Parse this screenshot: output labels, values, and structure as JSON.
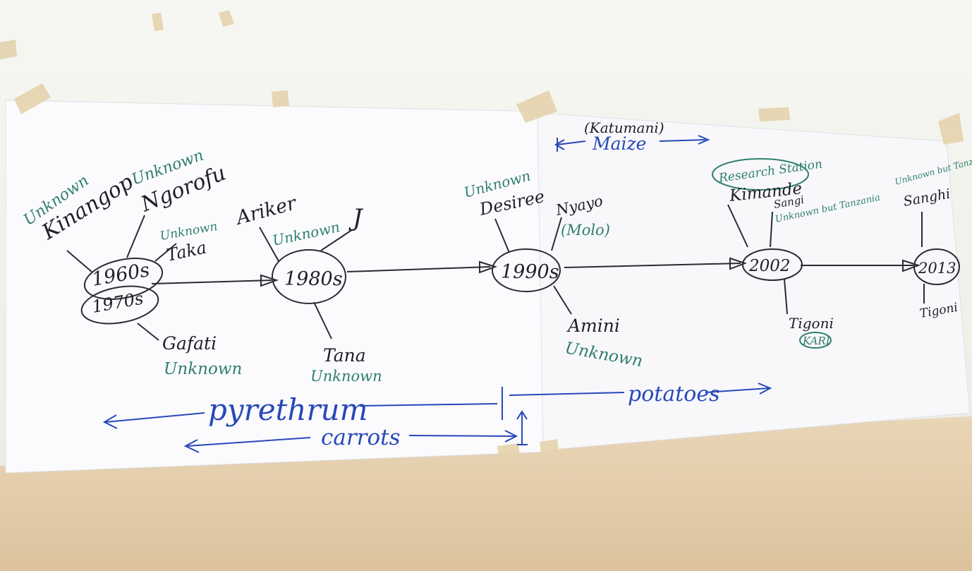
{
  "eras": [
    {
      "label": "1960s",
      "year2": "1970s"
    },
    {
      "label": "1980s"
    },
    {
      "label": "1990s"
    },
    {
      "label": "2002"
    },
    {
      "label": "2013"
    }
  ],
  "varieties": {
    "kinangop": {
      "name": "Kinangop",
      "note": "Unknown"
    },
    "ngorofu": {
      "name": "Ngorofu",
      "note": "Unknown"
    },
    "taka": {
      "name": "Taka",
      "note": "Unknown"
    },
    "gafati": {
      "name": "Gafati",
      "note": "Unknown"
    },
    "ariker": {
      "name": "Ariker",
      "note": "Unknown"
    },
    "j": {
      "name": "J"
    },
    "tana": {
      "name": "Tana",
      "note": "Unknown"
    },
    "desiree": {
      "name": "Desiree",
      "note": "Unknown"
    },
    "nyayo": {
      "name": "Nyayo",
      "note": "(Molo)"
    },
    "amini": {
      "name": "Amini",
      "note": "Unknown"
    },
    "kimande": {
      "name": "Kimande",
      "note": "Research Station"
    },
    "tigoni_2002": {
      "name": "Tigoni",
      "note": "KARI"
    },
    "sangi": {
      "name": "Sangi",
      "note": "Unknown but Tanzania"
    },
    "sanghi_2013": {
      "name": "Sanghi",
      "note": "Unknown but Tanzania"
    },
    "tigoni_2013": {
      "name": "Tigoni"
    }
  },
  "crops": {
    "maize_source": "(Katumani)",
    "maize": "Maize",
    "pyrethrum": "pyrethrum",
    "potatoes": "potatoes",
    "carrots": "carrots"
  }
}
